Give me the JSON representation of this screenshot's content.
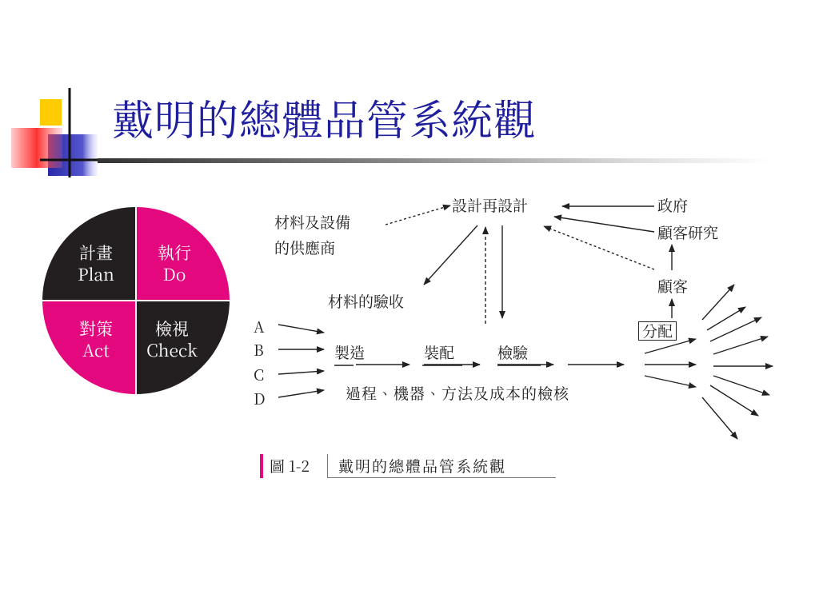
{
  "title": "戴明的總體品管系統觀",
  "pdca": {
    "plan": [
      "計畫",
      "Plan"
    ],
    "do": [
      "執行",
      "Do"
    ],
    "act": [
      "對策",
      "Act"
    ],
    "check": [
      "檢視",
      "Check"
    ],
    "colors": {
      "dark": "#231f20",
      "magenta": "#e3087e"
    }
  },
  "flow": {
    "supplier": [
      "材料及設備",
      "的供應商"
    ],
    "design": "設計再設計",
    "gov": "政府",
    "research": "顧客研究",
    "customer": "顧客",
    "inspection": "材料的驗收",
    "inputs": [
      "A",
      "B",
      "C",
      "D"
    ],
    "manufacturing": "製造",
    "assembly": "裝配",
    "testing": "檢驗",
    "distribution": "分配",
    "audit": "過程、機器、方法及成本的檢核"
  },
  "caption": {
    "number": "圖 1-2",
    "text": "戴明的總體品管系統觀"
  },
  "colors": {
    "title": "#1f1f9e",
    "accent_yellow": "#ffcc00",
    "accent_blue": "#2a2aa8",
    "accent_red": "#ff3333",
    "caption_bar": "#e3087e"
  }
}
